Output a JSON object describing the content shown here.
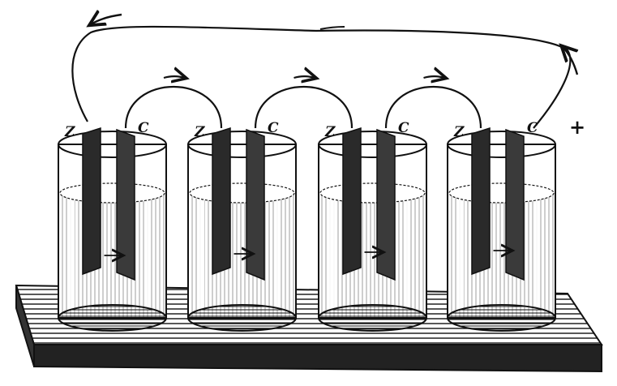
{
  "colors": {
    "ink": "#111111",
    "paper": "#ffffff",
    "board_shade": "#2a2a2a"
  },
  "icons": {
    "flow_arrow": "arrow-icon",
    "plus_sign": "plus-icon"
  },
  "cells": [
    {
      "zinc_label": "Z",
      "copper_label": "C"
    },
    {
      "zinc_label": "Z",
      "copper_label": "C"
    },
    {
      "zinc_label": "Z",
      "copper_label": "C"
    },
    {
      "zinc_label": "Z",
      "copper_label": "C"
    }
  ],
  "terminal": {
    "positive_label": "+"
  }
}
